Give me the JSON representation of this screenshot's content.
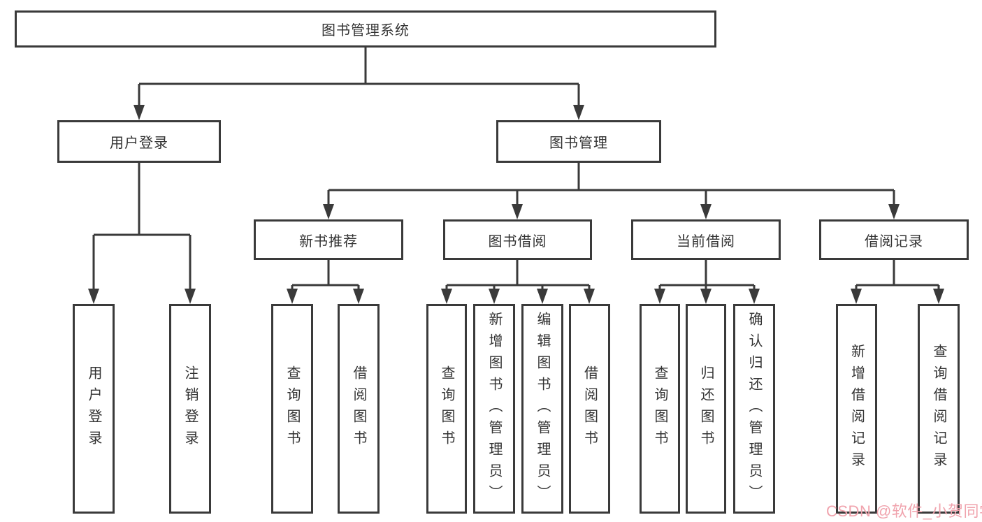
{
  "tree": {
    "root": {
      "label": "图书管理系统",
      "children": [
        {
          "label": "用户登录",
          "children": [
            {
              "label": "用户登录"
            },
            {
              "label": "注销登录"
            }
          ]
        },
        {
          "label": "图书管理",
          "children": [
            {
              "label": "新书推荐",
              "children": [
                {
                  "label": "查询图书"
                },
                {
                  "label": "借阅图书"
                }
              ]
            },
            {
              "label": "图书借阅",
              "children": [
                {
                  "label": "查询图书"
                },
                {
                  "label": "新增图书（管理员）"
                },
                {
                  "label": "编辑图书（管理员）"
                },
                {
                  "label": "借阅图书"
                }
              ]
            },
            {
              "label": "当前借阅",
              "children": [
                {
                  "label": "查询图书"
                },
                {
                  "label": "归还图书"
                },
                {
                  "label": "确认归还（管理员）"
                }
              ]
            },
            {
              "label": "借阅记录",
              "children": [
                {
                  "label": "新增借阅记录"
                },
                {
                  "label": "查询借阅记录"
                }
              ]
            }
          ]
        }
      ]
    }
  },
  "colors": {
    "line": "#3a3a3a",
    "watermark": "#f0a3ad"
  },
  "watermark": {
    "text": "CSDN @软件_小贺同学",
    "css": "color:#f0a3ad"
  }
}
